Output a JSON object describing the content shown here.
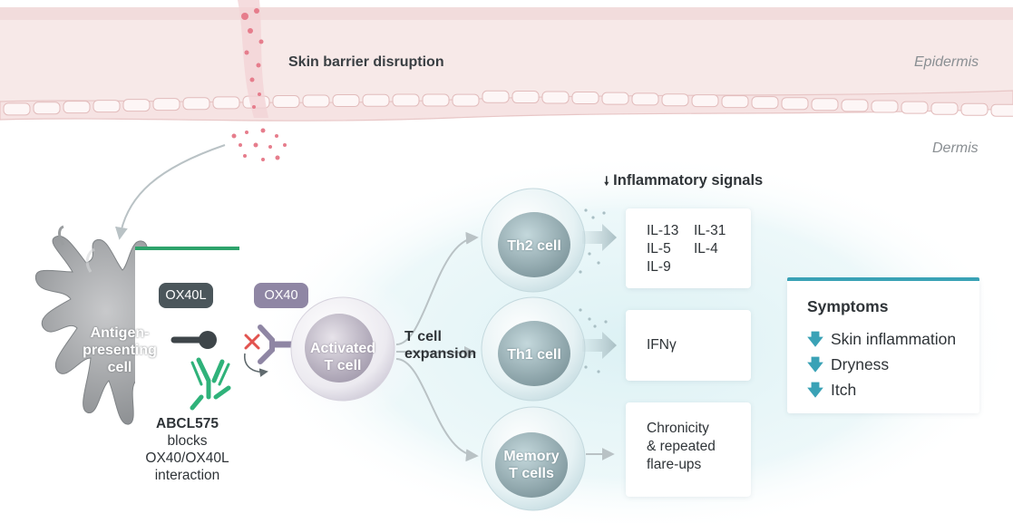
{
  "layers": {
    "skin_barrier": "Skin barrier disruption",
    "epidermis": "Epidermis",
    "dermis": "Dermis"
  },
  "inflammatory_signals": {
    "arrow": "🠗",
    "label": "Inflammatory signals"
  },
  "apc": {
    "line1": "Antigen-",
    "line2": "presenting",
    "line3": "cell"
  },
  "ligand": "OX40L",
  "receptor": "OX40",
  "drug": {
    "name": "ABCL575",
    "line2": "blocks",
    "line3": "OX40/OX40L",
    "line4": "interaction"
  },
  "activated_t_cell": {
    "line1": "Activated",
    "line2": "T cell"
  },
  "expansion": {
    "line1": "T cell",
    "line2": "expansion"
  },
  "cells": {
    "th2": "Th2 cell",
    "th1": "Th1 cell",
    "memory_line1": "Memory",
    "memory_line2": "T cells"
  },
  "cytokines": {
    "th2_col1": [
      "IL-13",
      "IL-5",
      "IL-9"
    ],
    "th2_col2": [
      "IL-31",
      "IL-4"
    ],
    "th1": "IFNγ"
  },
  "memory_outcome": {
    "line1": "Chronicity",
    "line2": "& repeated",
    "line3": "flare-ups"
  },
  "symptoms": {
    "title": "Symptoms",
    "arrow": "🡇",
    "items": [
      "Skin inflammation",
      "Dryness",
      "Itch"
    ]
  },
  "colors": {
    "epidermis": "#f6e7e6",
    "skin_line": "#e6c3c3",
    "particles": "#e67d8c",
    "glow": "#e2f3f5",
    "drug_bar": "#2ea36b",
    "antibody": "#2fb27a",
    "ox40l_pill": "#4b565b",
    "ox40_pill": "#8f86a4",
    "symptom_bar": "#3aa2b6",
    "block_x": "#e2534f"
  }
}
